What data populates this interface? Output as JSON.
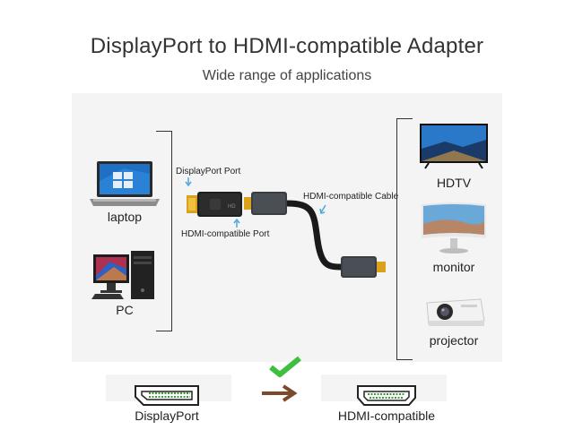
{
  "header": {
    "title": "DisplayPort to HDMI-compatible Adapter",
    "subtitle": "Wide range of applications"
  },
  "sources": [
    {
      "label": "laptop",
      "icon": "laptop-icon"
    },
    {
      "label": "PC",
      "icon": "desktop-pc-icon"
    }
  ],
  "adapter": {
    "displayport_port_label": "DisplayPort Port",
    "hdmi_port_label": "HDMI-compatible Port",
    "cable_label": "HDMI-compatible Cable"
  },
  "displays": [
    {
      "label": "HDTV",
      "icon": "hdtv-icon"
    },
    {
      "label": "monitor",
      "icon": "monitor-icon"
    },
    {
      "label": "projector",
      "icon": "projector-icon"
    }
  ],
  "direction": {
    "from_label": "DisplayPort",
    "to_label": "HDMI-compatible",
    "check_color": "#3fbf3f",
    "arrow_color": "#7a4a2a"
  }
}
